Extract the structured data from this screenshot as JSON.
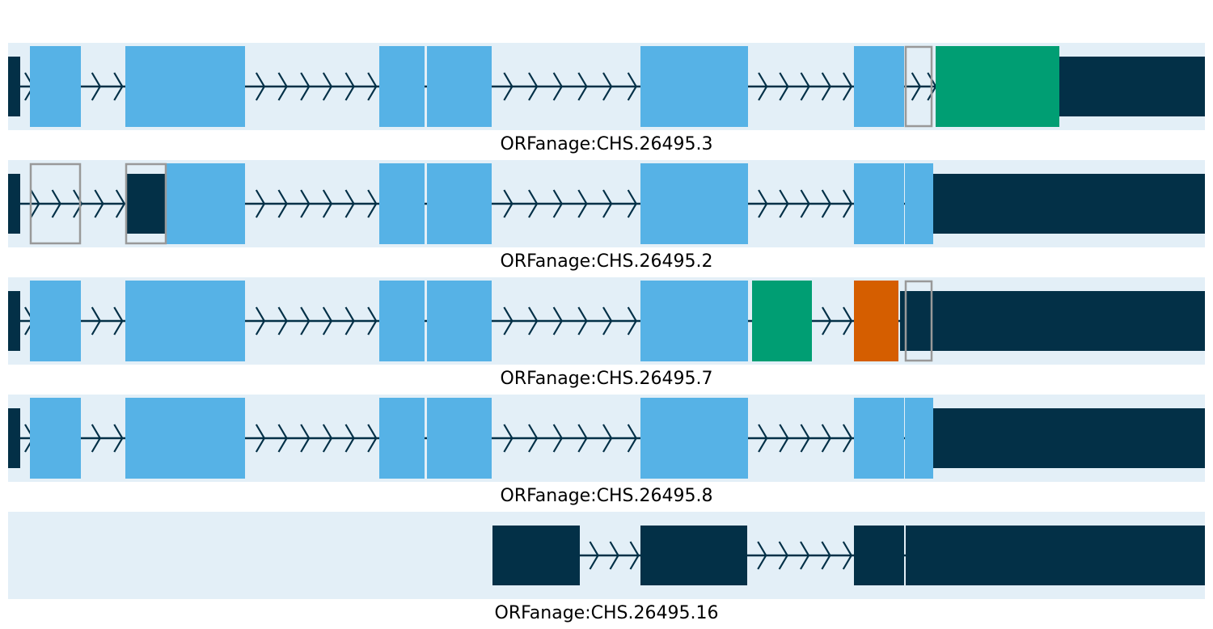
{
  "colors": {
    "track_background": "#e3eff7",
    "utr": "#033047",
    "cds": "#56b2e6",
    "added_cds": "#009e73",
    "altered_cds": "#d55e00",
    "removed_outline": "#999999",
    "intron_line": "#033047"
  },
  "transcripts": [
    {
      "id": "ORFanage:CHS.26495.3",
      "segments": [
        {
          "kind": "utr",
          "start": 10,
          "end": 25
        },
        {
          "kind": "cds",
          "start": 37,
          "end": 100
        },
        {
          "kind": "cds",
          "start": 155,
          "end": 303
        },
        {
          "kind": "cds",
          "start": 469,
          "end": 525
        },
        {
          "kind": "cds",
          "start": 528,
          "end": 608
        },
        {
          "kind": "cds",
          "start": 792,
          "end": 925
        },
        {
          "kind": "cds",
          "start": 1056,
          "end": 1118
        },
        {
          "kind": "added_cds",
          "start": 1157,
          "end": 1310
        },
        {
          "kind": "utr",
          "start": 1310,
          "end": 1490
        }
      ],
      "removed": [
        {
          "start": 1120,
          "end": 1152
        }
      ]
    },
    {
      "id": "ORFanage:CHS.26495.2",
      "segments": [
        {
          "kind": "utr",
          "start": 10,
          "end": 25
        },
        {
          "kind": "utr",
          "start": 157,
          "end": 205
        },
        {
          "kind": "cds",
          "start": 205,
          "end": 303
        },
        {
          "kind": "cds",
          "start": 469,
          "end": 525
        },
        {
          "kind": "cds",
          "start": 528,
          "end": 608
        },
        {
          "kind": "cds",
          "start": 792,
          "end": 925
        },
        {
          "kind": "cds",
          "start": 1056,
          "end": 1118
        },
        {
          "kind": "cds",
          "start": 1119,
          "end": 1154
        },
        {
          "kind": "utr",
          "start": 1154,
          "end": 1490
        }
      ],
      "removed": [
        {
          "start": 38,
          "end": 99
        },
        {
          "start": 156,
          "end": 205
        }
      ]
    },
    {
      "id": "ORFanage:CHS.26495.7",
      "segments": [
        {
          "kind": "utr",
          "start": 10,
          "end": 25
        },
        {
          "kind": "cds",
          "start": 37,
          "end": 100
        },
        {
          "kind": "cds",
          "start": 155,
          "end": 303
        },
        {
          "kind": "cds",
          "start": 469,
          "end": 525
        },
        {
          "kind": "cds",
          "start": 528,
          "end": 608
        },
        {
          "kind": "cds",
          "start": 792,
          "end": 925
        },
        {
          "kind": "added_cds",
          "start": 930,
          "end": 1004
        },
        {
          "kind": "altered_cds",
          "start": 1056,
          "end": 1111
        },
        {
          "kind": "utr",
          "start": 1113,
          "end": 1490
        }
      ],
      "removed": [
        {
          "start": 1120,
          "end": 1152
        }
      ]
    },
    {
      "id": "ORFanage:CHS.26495.8",
      "segments": [
        {
          "kind": "utr",
          "start": 10,
          "end": 25
        },
        {
          "kind": "cds",
          "start": 37,
          "end": 100
        },
        {
          "kind": "cds",
          "start": 155,
          "end": 303
        },
        {
          "kind": "cds",
          "start": 469,
          "end": 525
        },
        {
          "kind": "cds",
          "start": 528,
          "end": 608
        },
        {
          "kind": "cds",
          "start": 792,
          "end": 925
        },
        {
          "kind": "cds",
          "start": 1056,
          "end": 1118
        },
        {
          "kind": "cds",
          "start": 1119,
          "end": 1154
        },
        {
          "kind": "utr",
          "start": 1154,
          "end": 1490
        }
      ],
      "removed": []
    },
    {
      "id": "ORFanage:CHS.26495.16",
      "segments": [
        {
          "kind": "utr",
          "start": 609,
          "end": 717
        },
        {
          "kind": "utr",
          "start": 792,
          "end": 924
        },
        {
          "kind": "utr",
          "start": 1056,
          "end": 1118
        },
        {
          "kind": "utr",
          "start": 1120,
          "end": 1490
        }
      ],
      "removed": []
    }
  ]
}
